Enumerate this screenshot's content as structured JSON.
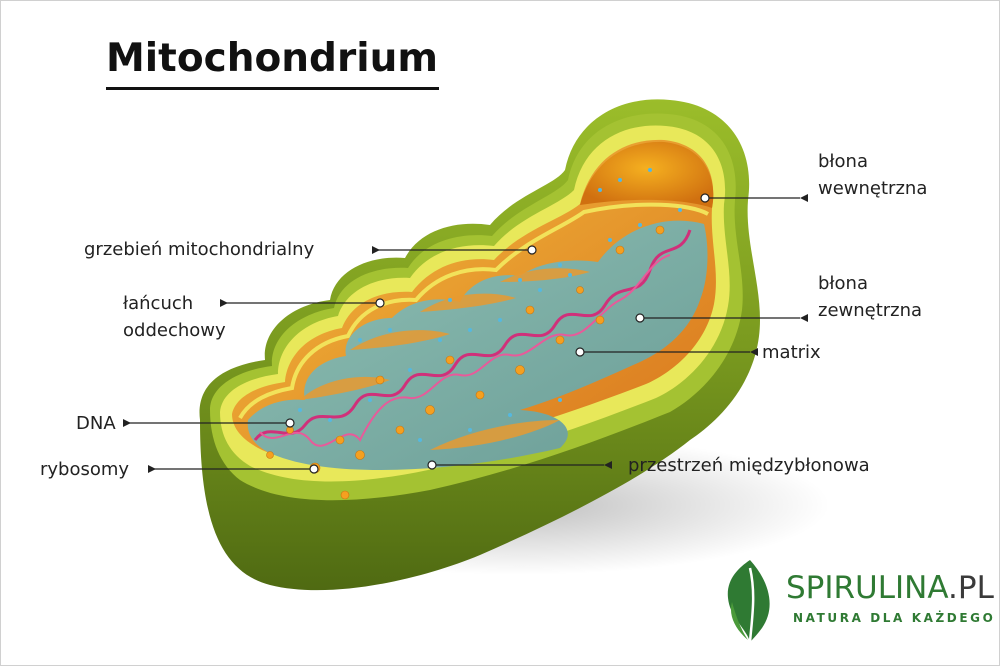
{
  "title": "Mitochondrium",
  "labels": {
    "inner_membrane_l1": "błona",
    "inner_membrane_l2": "wewnętrzna",
    "crista": "grzebień mitochondrialny",
    "chain_l1": "łańcuch",
    "chain_l2": "oddechowy",
    "outer_membrane_l1": "błona",
    "outer_membrane_l2": "zewnętrzna",
    "matrix": "matrix",
    "dna": "DNA",
    "ribosomes": "rybosomy",
    "intermembrane": "przestrzeń międzybłonowa"
  },
  "logo": {
    "brand": "SPIRULINA",
    "suffix": ".PL",
    "slogan": "NATURA DLA KAŻDEGO"
  },
  "colors": {
    "outer_green": "#7a9a1f",
    "membrane_yellow": "#e8e85a",
    "intermembrane_orange": "#e0902a",
    "matrix_teal": "#7fb0a8",
    "dna_pink": "#d0307a",
    "ribosome_orange": "#f5a020",
    "brand_green": "#2f7a33"
  }
}
